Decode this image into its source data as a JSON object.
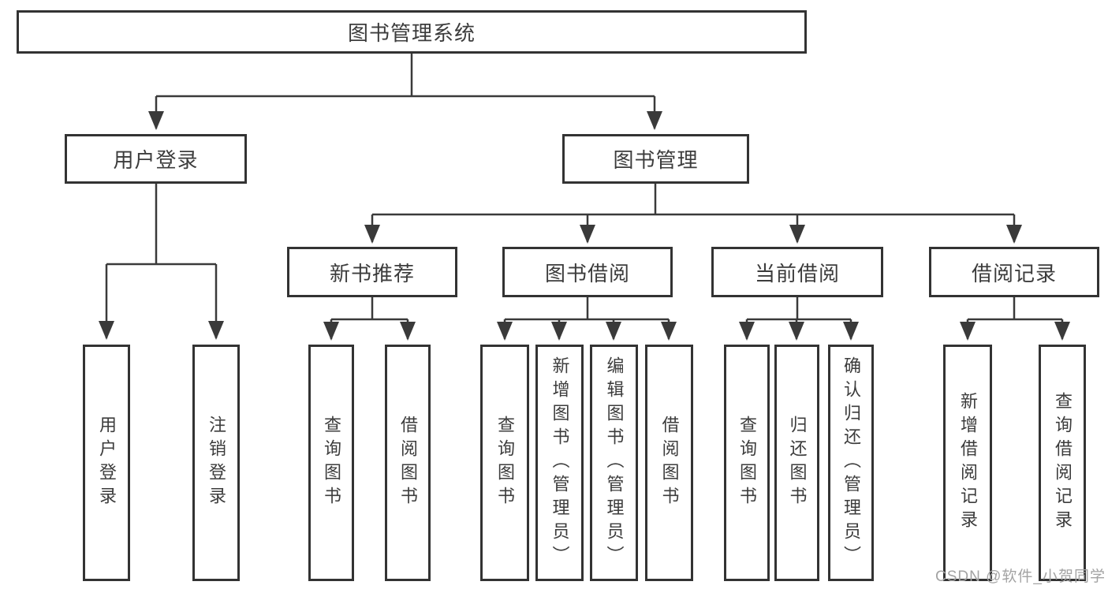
{
  "tree": {
    "root": "图书管理系统",
    "level2": {
      "user_login": "用户登录",
      "book_management": "图书管理"
    },
    "level3": {
      "new_book": "新书推荐",
      "book_borrow": "图书借阅",
      "current_borrow": "当前借阅",
      "borrow_record": "借阅记录"
    },
    "leaves": {
      "user_login": {
        "login": "用户登录",
        "logout": "注销登录"
      },
      "new_book": {
        "query": "查询图书",
        "borrow": "借阅图书"
      },
      "book_borrow": {
        "query": "查询图书",
        "add": "新增图书（管理员）",
        "edit": "编辑图书（管理员）",
        "borrow": "借阅图书"
      },
      "current_borrow": {
        "query": "查询图书",
        "return": "归还图书",
        "confirm": "确认归还（管理员）"
      },
      "borrow_record": {
        "add": "新增借阅记录",
        "query": "查询借阅记录"
      }
    }
  },
  "watermark": {
    "text": "CSDN @软件_小贺同学"
  },
  "colors": {
    "line": "#3a3a3a",
    "box_border": "#333333",
    "text": "#3c3c3c",
    "background": "#ffffff",
    "watermark": "#a3a3a3"
  }
}
